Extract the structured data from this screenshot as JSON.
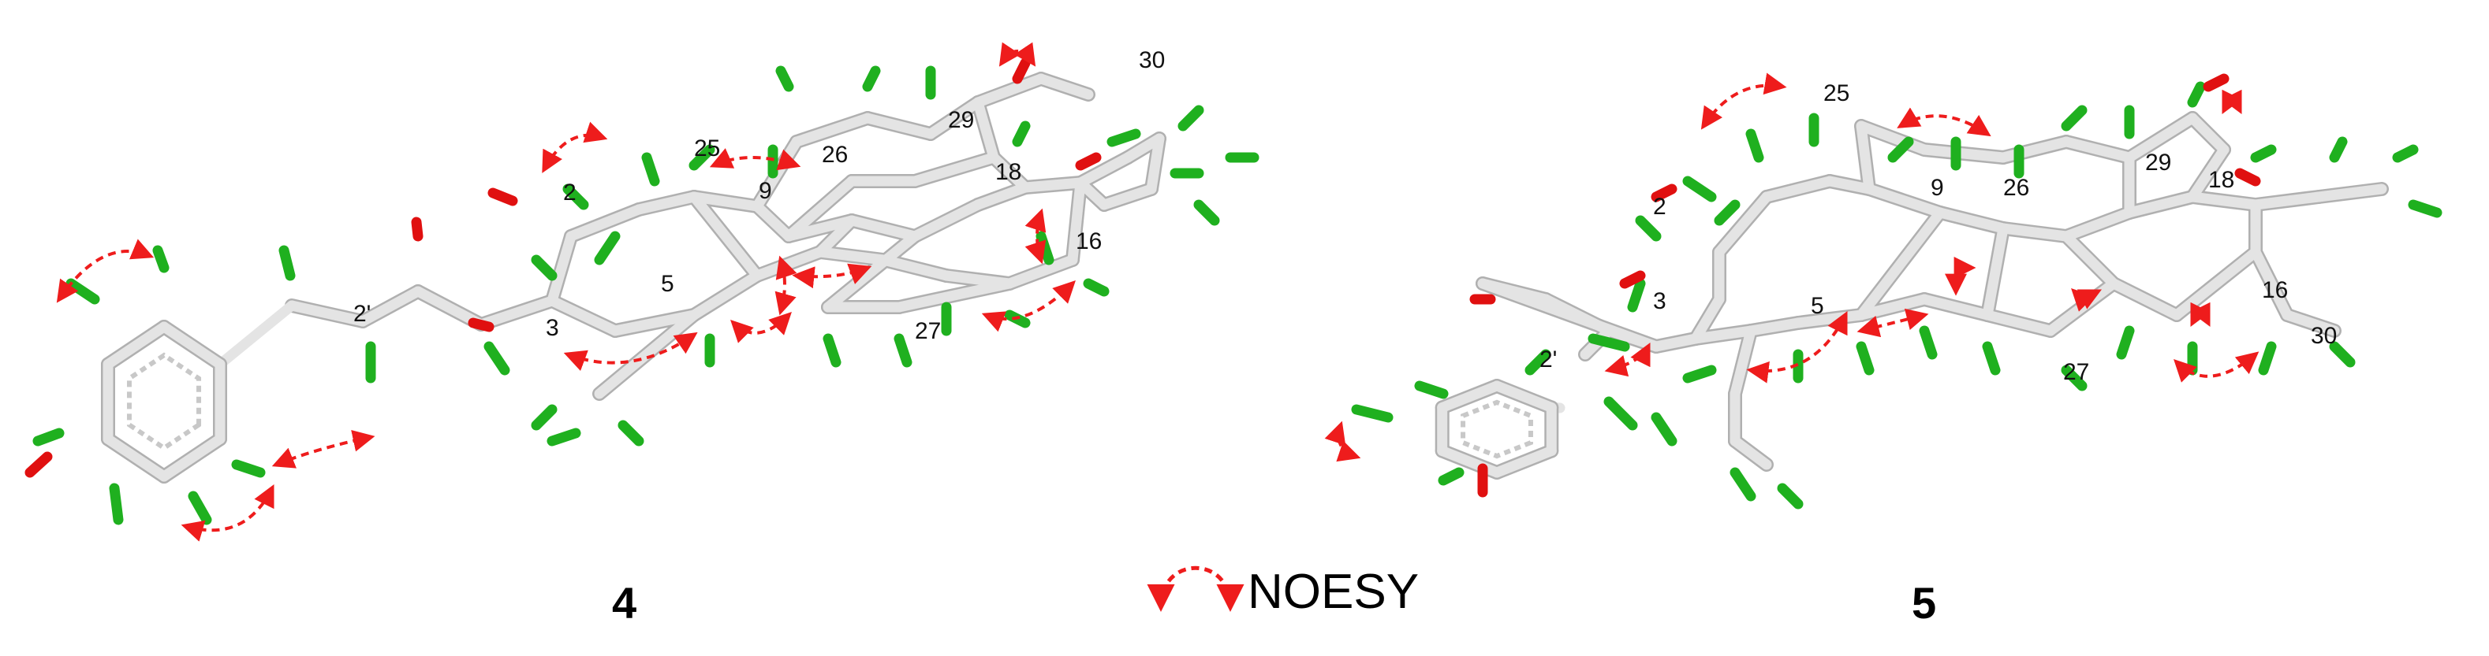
{
  "colors": {
    "carbon": "#e4e4e4",
    "carbon_edge": "#b0b0b0",
    "hydrogen": "#1fb01f",
    "oxygen": "#e01010",
    "noesy": "#ee1c1c",
    "text": "#111111"
  },
  "legend": {
    "label": "NOESY",
    "icon": "curved-double-arrow-icon"
  },
  "compounds": [
    {
      "id": "4",
      "label": "4",
      "atom_labels": [
        "2'",
        "2",
        "3",
        "5",
        "25",
        "9",
        "26",
        "29",
        "18",
        "30",
        "16",
        "27"
      ]
    },
    {
      "id": "5",
      "label": "5",
      "atom_labels": [
        "25",
        "2",
        "3",
        "2'",
        "5",
        "9",
        "26",
        "29",
        "18",
        "16",
        "27",
        "30"
      ]
    }
  ]
}
